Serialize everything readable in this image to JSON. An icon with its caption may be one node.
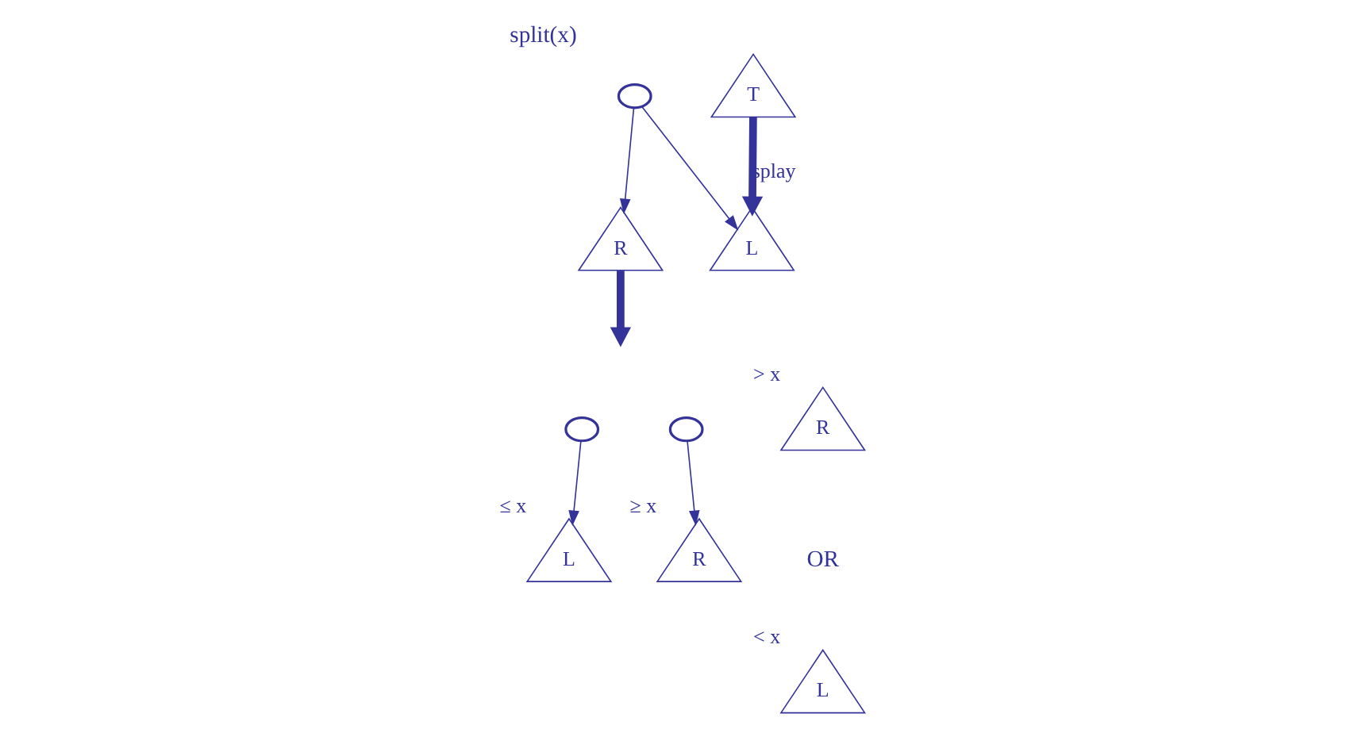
{
  "diagram": {
    "title": "split(x)",
    "nodes": [
      {
        "text": [],
        "shape": "circle"
      },
      {
        "text": [
          "T"
        ]
      },
      {
        "text": [
          "L"
        ]
      },
      {
        "text": [
          "R"
        ]
      },
      {
        "text": [],
        "shape": "circle"
      },
      {
        "text": [
          "L"
        ],
        "beside": [
          "≤ x"
        ]
      },
      {
        "text": [
          "R"
        ],
        "beside": [
          "> x"
        ]
      },
      {
        "text": [],
        "shape": "circle"
      },
      {
        "text": [
          "L"
        ],
        "beside": [
          "< x"
        ]
      },
      {
        "text": [
          "R"
        ],
        "beside": [
          "≥ x"
        ]
      }
    ],
    "edges": [
      {
        "from": 0,
        "to": 2,
        "arrow": "to"
      },
      {
        "from": 0,
        "to": 3,
        "arrow": "to"
      },
      {
        "from": 1,
        "to": 2,
        "arrow": "to",
        "label": "splay",
        "style": "thick"
      },
      {
        "from": 3,
        "to": null,
        "arrow": "to",
        "style": "thick"
      },
      {
        "from": 4,
        "to": 5,
        "arrow": "to"
      },
      {
        "from": 7,
        "to": 9,
        "arrow": "to"
      }
    ],
    "labels": [
      "OR"
    ]
  }
}
